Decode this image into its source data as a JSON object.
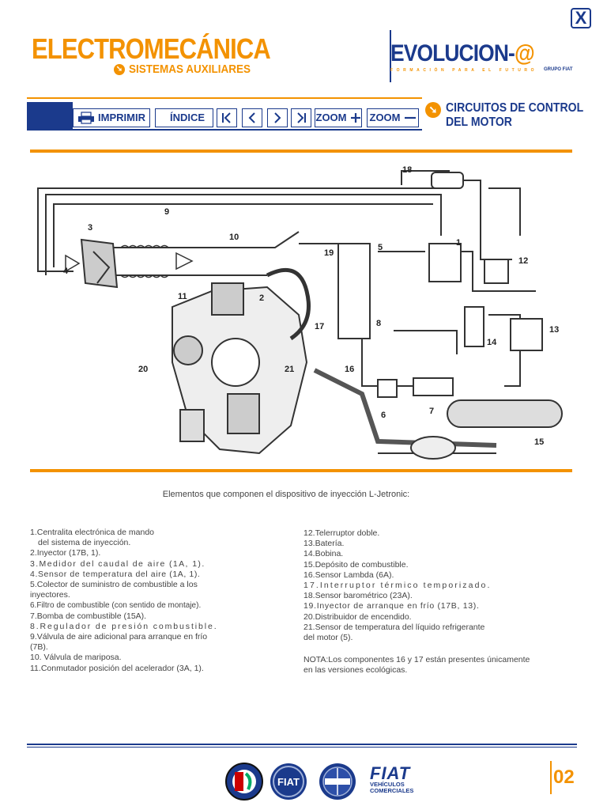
{
  "header": {
    "title": "ELECTROMECÁNICA",
    "subtitle": "SISTEMAS AUXILIARES",
    "close_label": "X"
  },
  "logo": {
    "name": "EVOLUCION-",
    "at": "@",
    "tagline": "FORMACIÓN PARA EL FUTURO",
    "group": "GRUPO FIAT"
  },
  "toolbar": {
    "print": "IMPRIMIR",
    "index": "ÍNDICE",
    "zoom_in": "ZOOM",
    "zoom_out": "ZOOM"
  },
  "section": {
    "title": "CIRCUITOS DE CONTROL DEL MOTOR"
  },
  "diagram": {
    "labels": [
      "1",
      "2",
      "3",
      "4",
      "5",
      "6",
      "7",
      "8",
      "9",
      "10",
      "11",
      "12",
      "13",
      "14",
      "15",
      "16",
      "17",
      "18",
      "19",
      "20",
      "21"
    ]
  },
  "caption": "Elementos que componen el dispositivo de inyección L-Jetronic:",
  "legend_left": [
    "1.Centralita electrónica de mando",
    "  del sistema de inyección.",
    "2.Inyector (17B, 1).",
    "3.Medidor del  caudal de aire (1A, 1).",
    "4.Sensor de temperatura del aire (1A, 1).",
    "5.Colector de suministro de combustible a los",
    "inyectores.",
    "6.Filtro de combustible (con sentido de montaje).",
    "7.Bomba de combustible (15A).",
    "8.Regulador de presión combustible.",
    "9.Válvula de aire adicional para arranque en frío",
    "(7B).",
    "10. Válvula de mariposa.",
    "11.Conmutador posición del acelerador (3A, 1)."
  ],
  "legend_right": [
    "12.Telerruptor doble.",
    "13.Batería.",
    "14.Bobina.",
    "15.Depósito de combustible.",
    "16.Sensor Lambda (6A).",
    "17.Interruptor térmico temporizado.",
    "18.Sensor barométrico (23A).",
    "19.Inyector de arranque en frío (17B, 13).",
    "20.Distribuidor de encendido.",
    "21.Sensor de temperatura del líquido refrigerante",
    "del motor (5)."
  ],
  "note": "NOTA:Los componentes 16 y 17 están presentes únicamente en las versiones ecológicas.",
  "footer": {
    "page": "02",
    "brands": [
      "ALFA ROMEO",
      "FIAT",
      "LANCIA"
    ],
    "fiat_vc_big": "FIAT",
    "fiat_vc_line1": "VEHÍCULOS",
    "fiat_vc_line2": "COMERCIALES"
  },
  "colors": {
    "accent": "#f39200",
    "brand": "#1b3a8c"
  }
}
